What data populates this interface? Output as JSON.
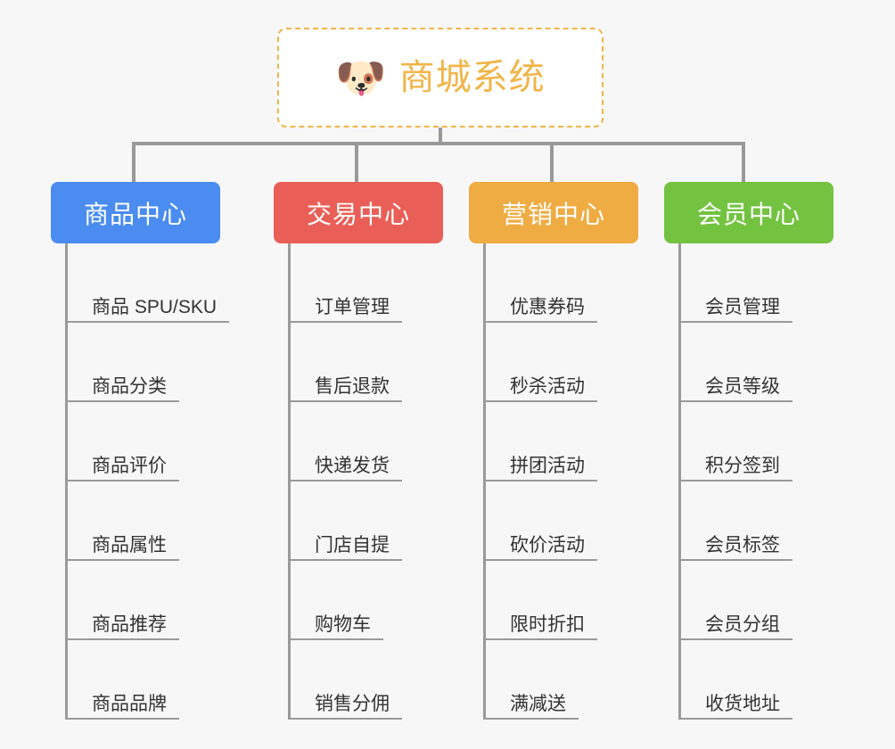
{
  "root": {
    "title": "商城系统",
    "emoji": "🐶",
    "emoji_name": "shiba-dog-emoji",
    "border_color": "#f0b548",
    "text_color": "#f0b548",
    "background": "#ffffff"
  },
  "canvas": {
    "background": "#f7f7f7",
    "connector_color": "#999999"
  },
  "columns": [
    {
      "label": "商品中心",
      "color": "#4a8cf0",
      "items": [
        "商品 SPU/SKU",
        "商品分类",
        "商品评价",
        "商品属性",
        "商品推荐",
        "商品品牌"
      ]
    },
    {
      "label": "交易中心",
      "color": "#e95f57",
      "items": [
        "订单管理",
        "售后退款",
        "快递发货",
        "门店自提",
        "购物车",
        "销售分佣"
      ]
    },
    {
      "label": "营销中心",
      "color": "#efac42",
      "items": [
        "优惠券码",
        "秒杀活动",
        "拼团活动",
        "砍价活动",
        "限时折扣",
        "满减送"
      ]
    },
    {
      "label": "会员中心",
      "color": "#73c341",
      "items": [
        "会员管理",
        "会员等级",
        "积分签到",
        "会员标签",
        "会员分组",
        "收货地址"
      ]
    }
  ]
}
